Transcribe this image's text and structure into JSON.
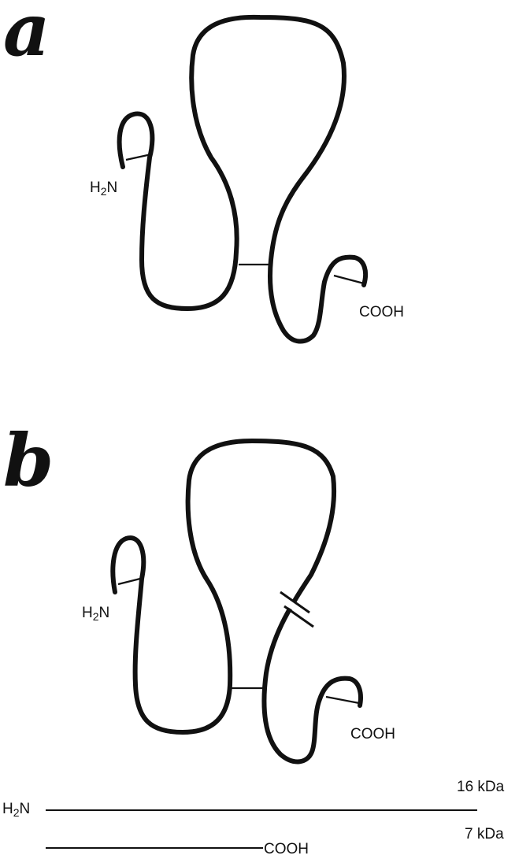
{
  "panels": [
    {
      "letter": "a",
      "n_terminus": {
        "main": "H",
        "sub": "2",
        "end": "N"
      },
      "c_terminus": "COOH"
    },
    {
      "letter": "b",
      "n_terminus": {
        "main": "H",
        "sub": "2",
        "end": "N"
      },
      "c_terminus": "COOH"
    }
  ],
  "fragments": [
    {
      "start_label": {
        "main": "H",
        "sub": "2",
        "end": "N"
      },
      "end_label": "",
      "mass": "16 kDa"
    },
    {
      "start_label": "",
      "end_label": "COOH",
      "mass": "7 kDa"
    }
  ]
}
